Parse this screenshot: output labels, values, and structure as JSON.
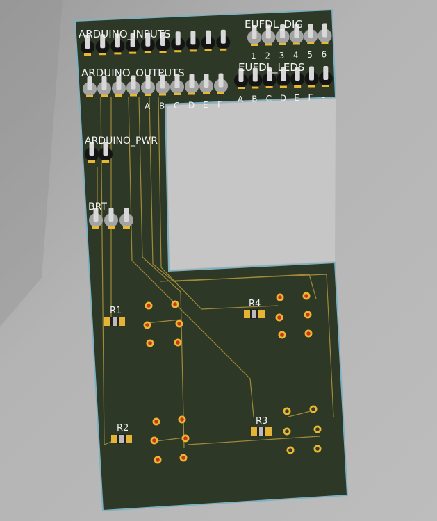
{
  "board": {
    "color": "#2e3826",
    "edge": "#7fb0c0",
    "trace": "#a08a3a"
  },
  "headers": {
    "arduino_inputs": {
      "label": "ARDUINO_INPUTS",
      "pins": 10,
      "style": "black"
    },
    "arduino_outputs": {
      "label": "ARDUINO_OUTPUTS",
      "pins": 10,
      "style": "gray",
      "pin_labels": [
        "A",
        "B",
        "C",
        "D",
        "E",
        "F"
      ]
    },
    "eufdl_dig": {
      "label": "EUFDL_DIG",
      "pins": 6,
      "style": "gray",
      "pin_labels": [
        "1",
        "2",
        "3",
        "4",
        "5",
        "6"
      ]
    },
    "eufdl_leds": {
      "label": "EUFDL_LEDS",
      "pins": 7,
      "style": "black",
      "pin_labels": [
        "A",
        "B",
        "C",
        "D",
        "E",
        "F",
        "-"
      ]
    },
    "arduino_pwr": {
      "label": "ARDUINO_PWR",
      "pins": 2,
      "style": "black"
    },
    "brt": {
      "label": "BRT",
      "pins": 3,
      "style": "gray"
    }
  },
  "resistors": {
    "r1": "R1",
    "r2": "R2",
    "r3": "R3",
    "r4": "R4"
  }
}
